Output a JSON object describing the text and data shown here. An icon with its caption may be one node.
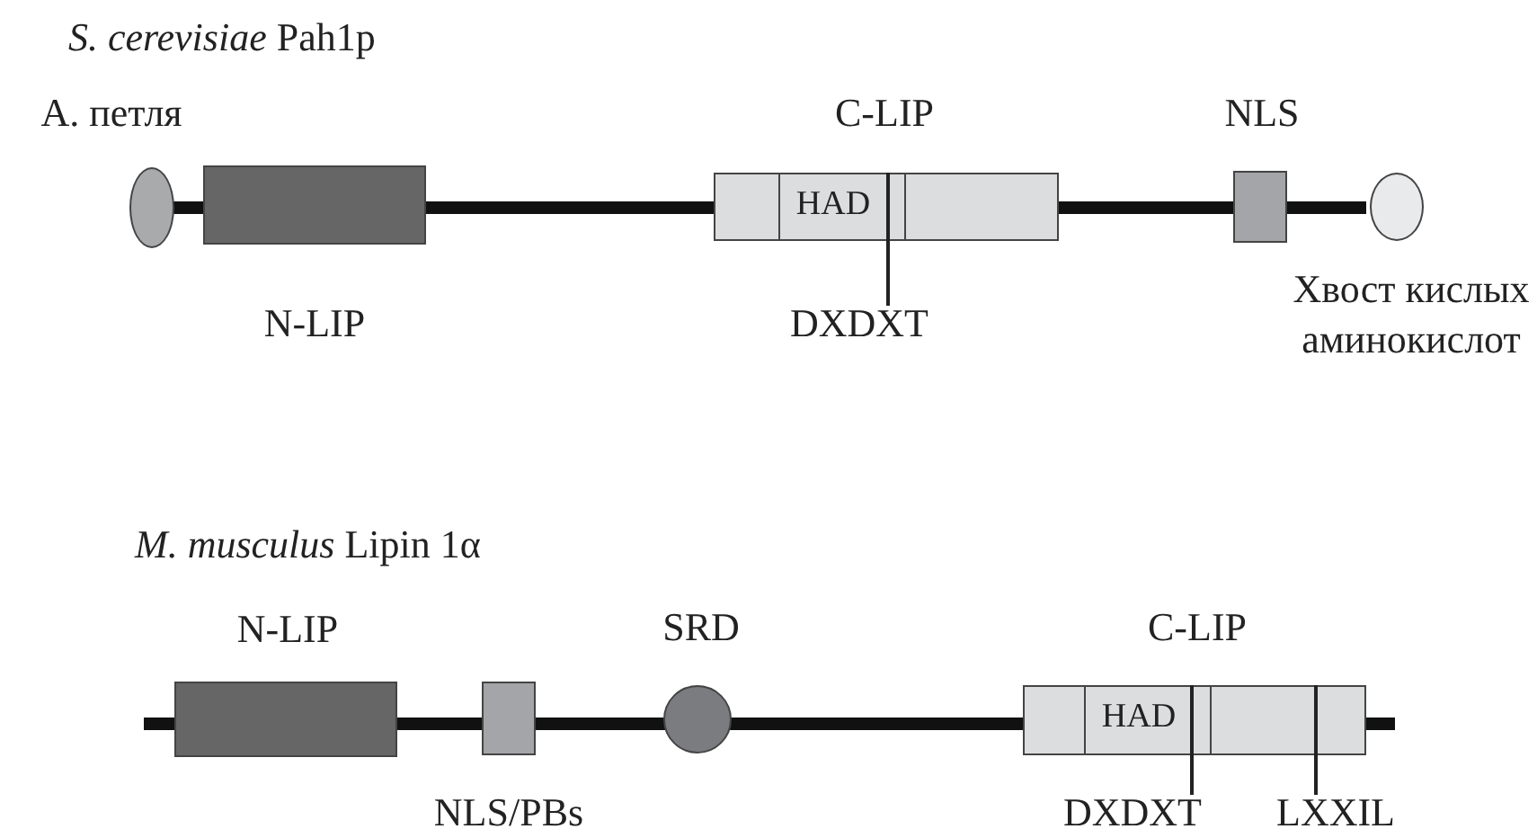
{
  "diagram": {
    "nodes": [
      {
        "text": [
          "А. петля"
        ]
      },
      {
        "text": [
          "N-LIP"
        ]
      },
      {
        "text": [
          "C-LIP"
        ]
      },
      {
        "text": [
          "HAD"
        ],
        "in": 2
      },
      {
        "text": [
          "NLS"
        ]
      },
      {
        "text": [
          "Хвост кислых аминокислот"
        ]
      },
      {
        "text": [
          "DXDXT"
        ]
      },
      {
        "text": [
          "N-LIP"
        ]
      },
      {
        "text": [
          "NLS/PBs"
        ]
      },
      {
        "text": [
          "SRD"
        ]
      },
      {
        "text": [
          "C-LIP"
        ]
      },
      {
        "text": [
          "HAD"
        ],
        "in": 10
      },
      {
        "text": [
          "DXDXT"
        ]
      },
      {
        "text": [
          "LXXIL"
        ]
      }
    ],
    "edges": [
      {
        "from": 6,
        "to": 3,
        "arrow": "none"
      },
      {
        "from": 12,
        "to": 11,
        "arrow": "none"
      },
      {
        "from": 13,
        "to": 10,
        "arrow": "none"
      }
    ],
    "labels": [
      "*S. cerevisiae* Pah1p",
      "*M. musculus* Lipin 1α"
    ]
  }
}
